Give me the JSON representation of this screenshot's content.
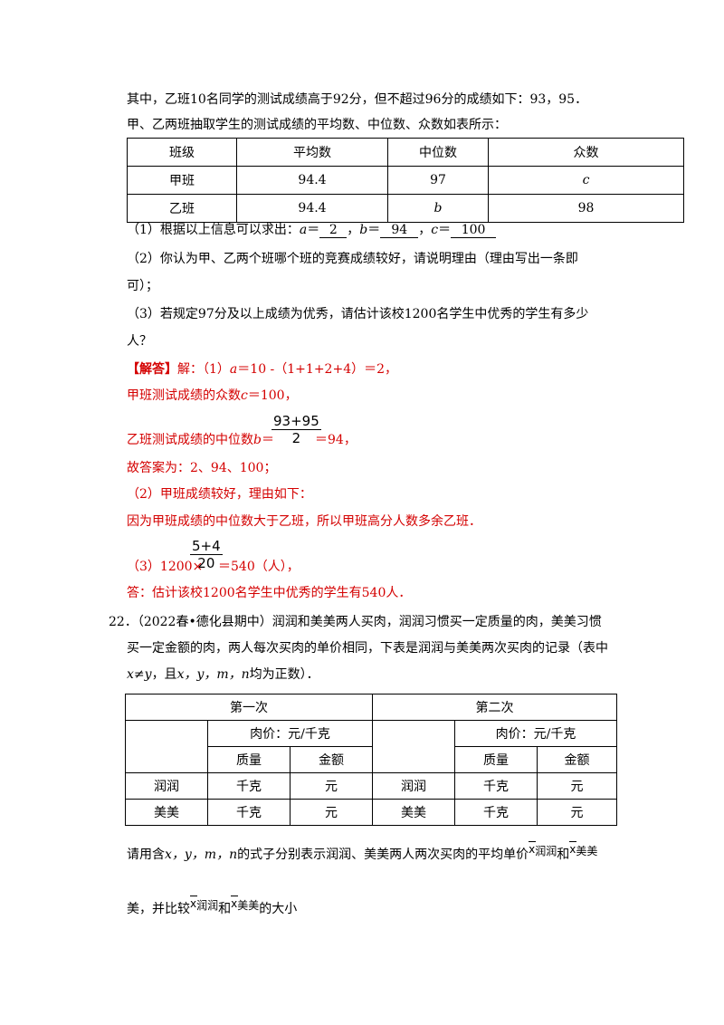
{
  "intro": {
    "line1": "其中，乙班10名同学的测试成绩高于92分，但不超过96分的成绩如下：93，95．",
    "line2": "甲、乙两班抽取学生的测试成绩的平均数、中位数、众数如表所示："
  },
  "table1": {
    "headers": [
      "班级",
      "平均数",
      "中位数",
      "众数"
    ],
    "rows": [
      [
        "甲班",
        "94.4",
        "97",
        "c"
      ],
      [
        "乙班",
        "94.4",
        "b",
        "98"
      ]
    ]
  },
  "questions": {
    "q1_prefix": "（1）根据以上信息可以求出：",
    "q1_a_var": "a",
    "q1_eq": "＝",
    "q1_a_val": "2",
    "q1_b_var": "b",
    "q1_b_val": "94",
    "q1_c_var": "c",
    "q1_c_val": "100",
    "q1_sep": "，",
    "q2_line1": "（2）你认为甲、乙两个班哪个班的竞赛成绩较好，请说明理由（理由写出一条即",
    "q2_line2": "可）；",
    "q3_line1": "（3）若规定97分及以上成绩为优秀，请估计该校1200名学生中优秀的学生有多少",
    "q3_line2": "人？"
  },
  "answer": {
    "tag": "【解答】",
    "s1_a": "解：（1）",
    "s1_var": "a",
    "s1_b": "＝10 -（1+1+2+4）＝2，",
    "s2_a": "甲班测试成绩的众数",
    "s2_var": "c",
    "s2_b": "＝100，",
    "s3_a": "乙班测试成绩的中位数",
    "s3_var": "b",
    "s3_eq": "＝",
    "s3_num": "93+95",
    "s3_den": "2",
    "s3_b": "＝94，",
    "s4": "故答案为：2、94、100；",
    "s5": "（2）甲班成绩较好，理由如下：",
    "s6": "因为甲班成绩的中位数大于乙班，所以甲班高分人数多余乙班．",
    "s7_a": "（3）1200×",
    "s7_num": "5+4",
    "s7_den": "20",
    "s7_b": "＝540（人），",
    "s8": "答：估计该校1200名学生中优秀的学生有540人．"
  },
  "problem22": {
    "line1": "22．（2022春•德化县期中）润润和美美两人买肉，润润习惯买一定质量的肉，美美习惯",
    "line2": "买一定金额的肉，两人每次买肉的单价相同，下表是润润与美美两次买肉的记录（表中",
    "line3_a": "x",
    "line3_b": "≠",
    "line3_c": "y",
    "line3_d": "，且",
    "line3_e": "x，y，m，n",
    "line3_f": "均为正数）．",
    "table": {
      "first": "第一次",
      "second": "第二次",
      "price1": "肉价：元/千克",
      "price2": "肉价：元/千克",
      "mass1": "质量",
      "amount1": "金额",
      "mass2": "质量",
      "amount2": "金额",
      "r1_name1": "润润",
      "r1_m1": "千克",
      "r1_a1": "元",
      "r1_name2": "润润",
      "r1_m2": "千克",
      "r1_a2": "元",
      "r2_name1": "美美",
      "r2_m1": "千克",
      "r2_a1": "元",
      "r2_name2": "美美",
      "r2_m2": "千克",
      "r2_a2": "元"
    },
    "q_a": "请用含",
    "q_vars": "x，y，m，n",
    "q_b": "的式子分别表示润润、美美两人两次买肉的平均单价",
    "xbar": "x",
    "sub_run": "润润",
    "and": "和",
    "sub_mei": "美美",
    "q2_a": "美，并比较",
    "q2_b": "的大小"
  }
}
